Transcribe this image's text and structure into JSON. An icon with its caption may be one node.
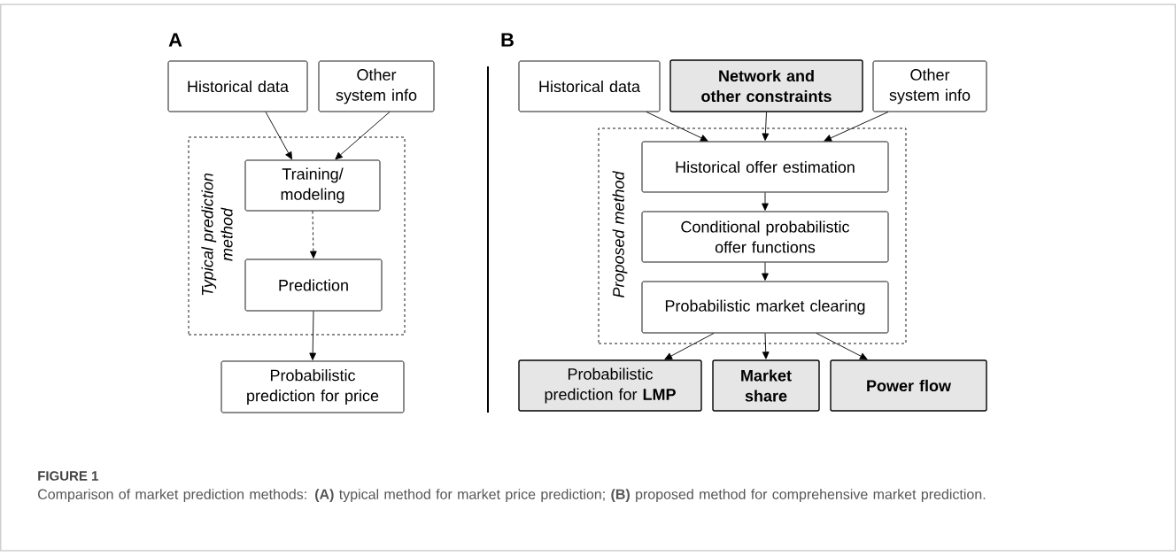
{
  "diagram": {
    "title": "FIGURE 1",
    "caption": "Comparison of market prediction methods: **(A)** typical method for market price prediction; **(B)** proposed method for comprehensive market prediction.",
    "nodes": [
      {
        "text": [
          "Historical data"
        ]
      },
      {
        "text": [
          "Other system info"
        ]
      },
      {
        "text": [
          "Typical prediction method"
        ]
      },
      {
        "text": [
          "Training/ modeling"
        ],
        "in": 2
      },
      {
        "text": [
          "Prediction"
        ],
        "in": 2
      },
      {
        "text": [
          "Probabilistic prediction for price"
        ]
      },
      {
        "text": [
          "Historical data"
        ]
      },
      {
        "text": [
          "Network and other constraints"
        ]
      },
      {
        "text": [
          "Other system info"
        ]
      },
      {
        "text": [
          "Proposed method"
        ]
      },
      {
        "text": [
          "Historical offer estimation"
        ],
        "in": 9
      },
      {
        "text": [
          "Conditional probabilistic offer functions"
        ],
        "in": 9
      },
      {
        "text": [
          "Probabilistic market clearing"
        ],
        "in": 9
      },
      {
        "text": [
          "Probabilistic prediction for **LMP**"
        ]
      },
      {
        "text": [
          "Market share"
        ]
      },
      {
        "text": [
          "Power flow"
        ]
      }
    ],
    "edges": [
      {
        "from": 0,
        "to": 3,
        "arrow": "to"
      },
      {
        "from": 1,
        "to": 3,
        "arrow": "to"
      },
      {
        "from": 3,
        "to": 4,
        "arrow": "to",
        "style": "dashed"
      },
      {
        "from": 4,
        "to": 5,
        "arrow": "to"
      },
      {
        "from": 6,
        "to": 10,
        "arrow": "to"
      },
      {
        "from": 7,
        "to": 10,
        "arrow": "to"
      },
      {
        "from": 8,
        "to": 10,
        "arrow": "to"
      },
      {
        "from": 10,
        "to": 11,
        "arrow": "to"
      },
      {
        "from": 11,
        "to": 12,
        "arrow": "to"
      },
      {
        "from": 12,
        "to": 13,
        "arrow": "to"
      },
      {
        "from": 12,
        "to": 14,
        "arrow": "to"
      },
      {
        "from": 12,
        "to": 15,
        "arrow": "to"
      }
    ],
    "labels": [
      "A",
      "B"
    ]
  }
}
